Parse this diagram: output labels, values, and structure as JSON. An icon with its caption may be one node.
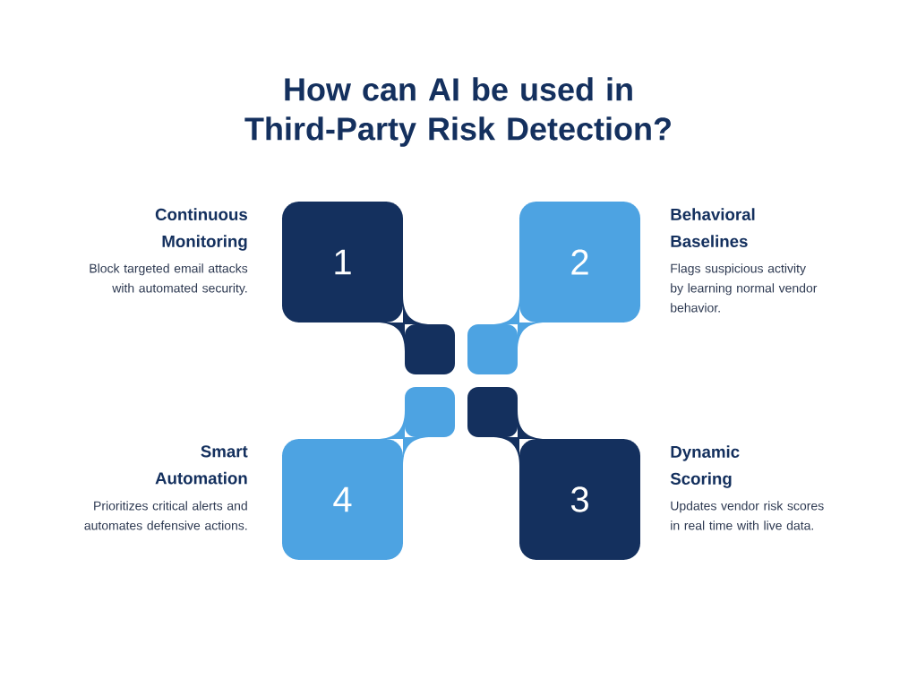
{
  "diagram": {
    "title": "How can AI be used in Third-Party Risk Detection?",
    "nodes": [
      {
        "text": [
          "1"
        ],
        "beside": [
          "Continuous Monitoring",
          "Block targeted email attacks with automated security."
        ]
      },
      {
        "text": [
          "2"
        ],
        "beside": [
          "Behavioral Baselines",
          "Flags suspicious activity by learning normal vendor behavior."
        ]
      },
      {
        "text": [
          "4"
        ],
        "beside": [
          "Smart Automation",
          "Prioritizes critical alerts and automates defensive actions."
        ]
      },
      {
        "text": [
          "3"
        ],
        "beside": [
          "Dynamic Scoring",
          "Updates vendor risk scores in real time with live data."
        ]
      }
    ]
  }
}
